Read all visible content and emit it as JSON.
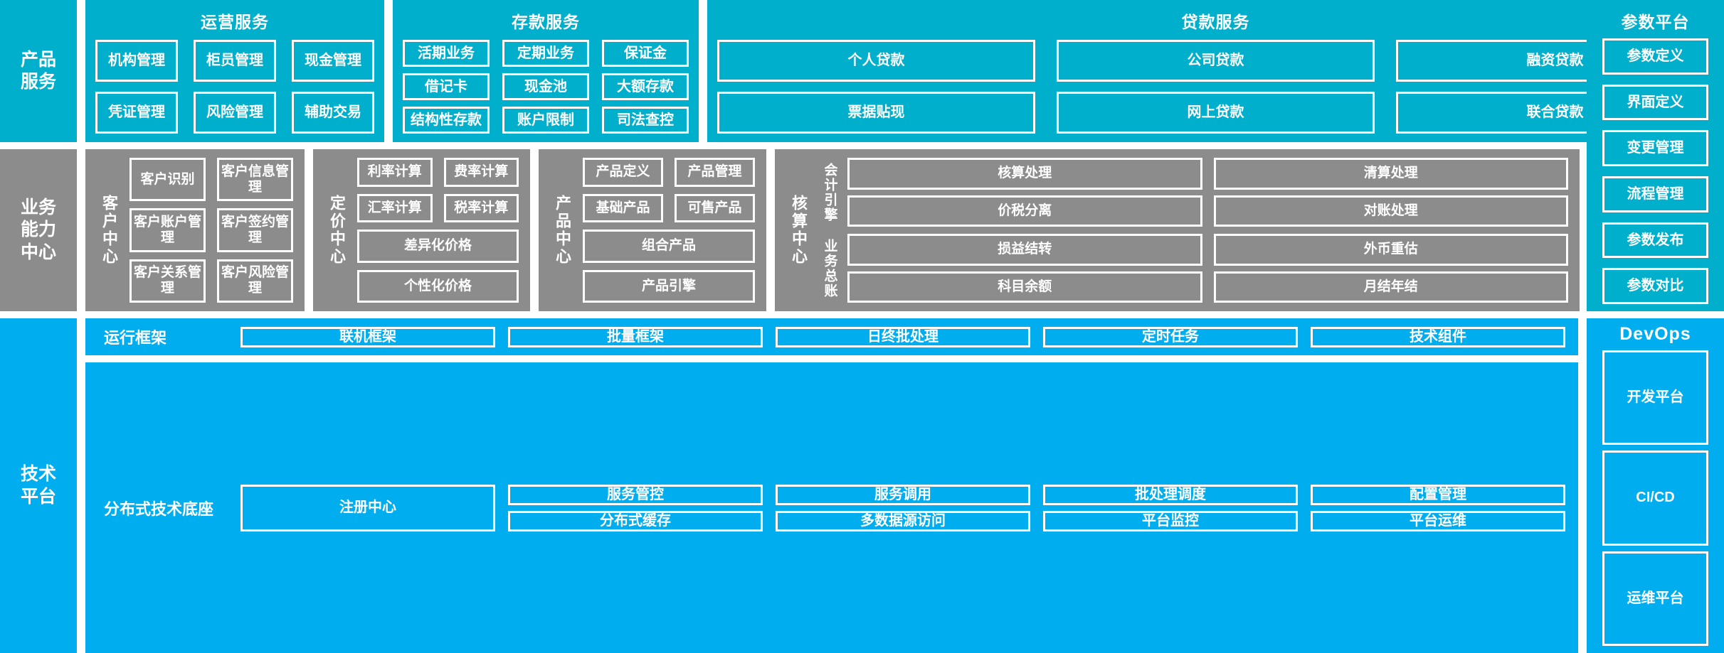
{
  "bands": {
    "product": {
      "rail_label": "产品\n服务",
      "groups": [
        {
          "title": "运营服务",
          "items": [
            "机构管理",
            "柜员管理",
            "现金管理",
            "凭证管理",
            "风险管理",
            "辅助交易"
          ]
        },
        {
          "title": "存款服务",
          "items": [
            "活期业务",
            "定期业务",
            "保证金",
            "借记卡",
            "现金池",
            "大额存款",
            "结构性存款",
            "账户限制",
            "司法查控"
          ]
        },
        {
          "title": "贷款服务",
          "items": [
            "个人贷款",
            "公司贷款",
            "融资贷款",
            "票据贴现",
            "网上贷款",
            "联合贷款"
          ]
        }
      ],
      "side_panel": {
        "title": "参数平台",
        "items": [
          "参数定义",
          "界面定义",
          "变更管理",
          "流程管理",
          "参数发布",
          "参数对比"
        ]
      }
    },
    "business": {
      "rail_label": "业务\n能力\n中心",
      "centers": [
        {
          "label": "客户中心",
          "rows": [
            [
              "客户识别",
              "客户信息管理"
            ],
            [
              "客户账户管理",
              "客户签约管理"
            ],
            [
              "客户关系管理",
              "客户风险管理"
            ]
          ]
        },
        {
          "label": "定价中心",
          "rows": [
            [
              "利率计算",
              "费率计算"
            ],
            [
              "汇率计算",
              "税率计算"
            ]
          ],
          "wide": [
            "差异化价格",
            "个性化价格"
          ]
        },
        {
          "label": "产品中心",
          "rows": [
            [
              "产品定义",
              "产品管理"
            ],
            [
              "基础产品",
              "可售产品"
            ]
          ],
          "wide": [
            "组合产品",
            "产品引擎"
          ]
        },
        {
          "label": "核算中心",
          "sub_label_top": "会计引擎",
          "sub_label_bottom": "业务总账",
          "rows_top": [
            [
              "核算处理",
              "清算处理"
            ],
            [
              "价税分离",
              "对账处理"
            ]
          ],
          "rows_bottom": [
            [
              "损益结转",
              "外币重估"
            ],
            [
              "科目余额",
              "月结年结"
            ]
          ]
        }
      ]
    },
    "tech": {
      "rail_label": "技术\n平台",
      "rows": [
        {
          "name": "运行框架",
          "items": [
            "联机框架",
            "批量框架",
            "日终批处理",
            "定时任务",
            "技术组件"
          ]
        },
        {
          "name": "分布式技术底座",
          "anchor": "注册中心",
          "items": [
            "服务管控",
            "服务调用",
            "批处理调度",
            "配置管理",
            "分布式缓存",
            "多数据源访问",
            "平台监控",
            "平台运维"
          ]
        }
      ],
      "side_panel": {
        "title": "DevOps",
        "items": [
          "开发平台",
          "CI/CD",
          "运维平台"
        ]
      }
    }
  },
  "colors": {
    "teal": "#00AFCB",
    "gray": "#8C8C8C",
    "blue": "#00AEEF",
    "border": "#FFFFFF",
    "text": "#FFFFFF"
  }
}
